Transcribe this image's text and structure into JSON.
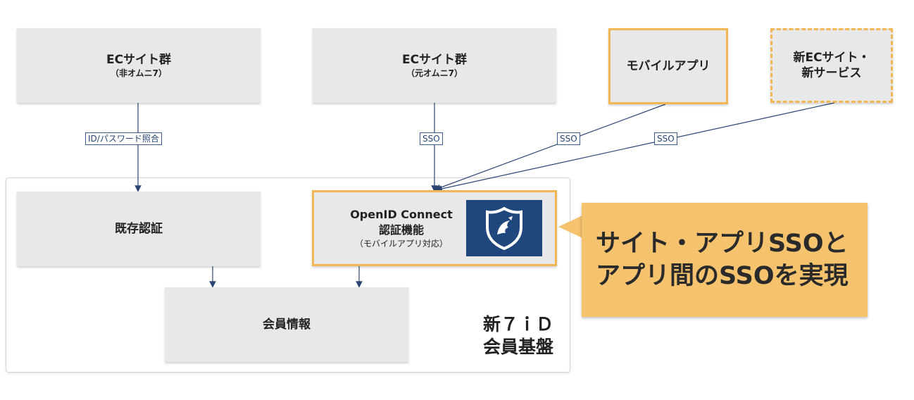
{
  "top": {
    "ec_legacy": {
      "title": "ECサイト群",
      "sub": "（非オムニ7）"
    },
    "ec_former": {
      "title": "ECサイト群",
      "sub": "（元オムニ7）"
    },
    "mobile_app": {
      "title": "モバイルアプリ"
    },
    "new_services": {
      "line1": "新ECサイト・",
      "line2": "新サービス"
    }
  },
  "connectors": {
    "id_password": "ID/パスワード照合",
    "sso_1": "SSO",
    "sso_2": "SSO",
    "sso_3": "SSO"
  },
  "platform": {
    "existing_auth": "既存認証",
    "oidc": {
      "line1": "OpenID Connect",
      "line2": "認証機能",
      "line3": "（モバイルアプリ対応）"
    },
    "member_info": "会員情報",
    "name_line1": "新７ｉＤ",
    "name_line2": "会員基盤"
  },
  "callout": {
    "line1": "サイト・アプリSSOと",
    "line2": "アプリ間のSSOを実現"
  },
  "colors": {
    "orange_border": "#f2b755",
    "callout_bg": "#f5c36e",
    "line": "#2a4473",
    "shield_bg": "#1f477d"
  },
  "icons": {
    "shield": "shield-icon"
  }
}
